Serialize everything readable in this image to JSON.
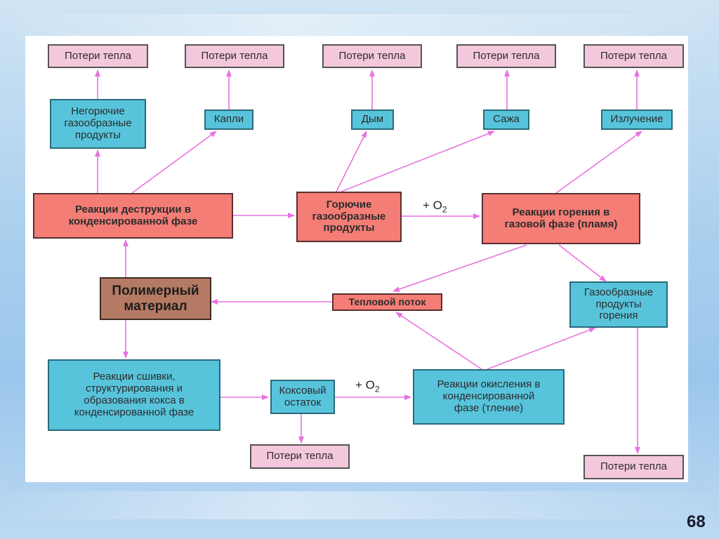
{
  "diagram": {
    "heat_loss": "Потери тепла",
    "boxes": {
      "noncombustible": "Негорючие\nгазообразные\nпродукты",
      "drops": "Капли",
      "smoke": "Дым",
      "soot": "Сажа",
      "radiation": "Излучение",
      "destruction": "Реакции деструкции в\nконденсированной фазе",
      "combustible": "Горючие\nгазообразные\nпродукты",
      "flame": "Реакции горения в\nгазовой фазе (пламя)",
      "polymer": "Полимерный\nматериал",
      "heat_flow": "Тепловой поток",
      "combustion_gases": "Газообразные\nпродукты\nгорения",
      "crosslinking": "Реакции сшивки,\nструктурирования и\nобразования кокса в\nконденсированной фазе",
      "char": "Коксовый\nостаток",
      "oxidation": "Реакции окисления в\nконденсированной\nфазе (тление)"
    },
    "oxygen_label": "+ O",
    "oxygen_subscript": "2"
  },
  "page_number": "68",
  "colors": {
    "arrow": "#e872e0",
    "heat_loss_fill": "#f3c7dc",
    "product_fill": "#57c4dc",
    "reaction_fill": "#f47d76",
    "polymer_fill": "#b57a63"
  }
}
